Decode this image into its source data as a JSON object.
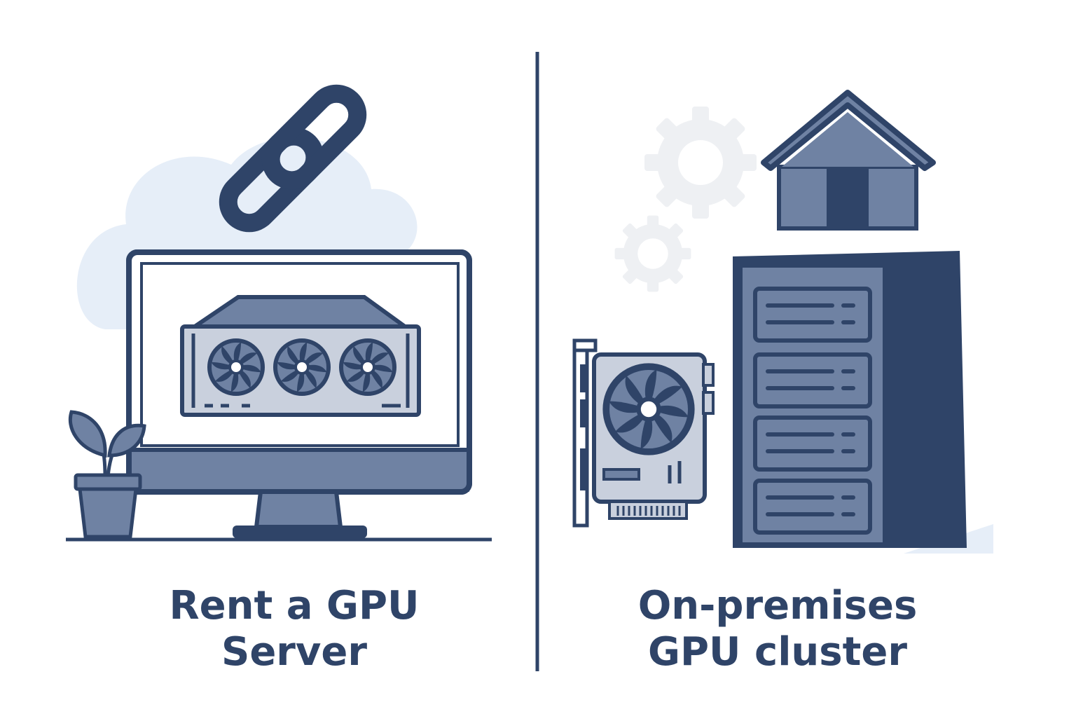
{
  "colors": {
    "navy": "#2f4468",
    "slate": "#6f82a3",
    "light_fill": "#c9d0dd",
    "cloud": "#e6eef8",
    "gear": "#eef0f3",
    "background": "#ffffff"
  },
  "left_panel": {
    "caption_line1": "Rent a GPU",
    "caption_line2": "Server",
    "icons": [
      "link-icon",
      "cloud-icon",
      "monitor-icon",
      "gpu-server-icon",
      "plant-icon"
    ]
  },
  "right_panel": {
    "caption_line1": "On-premises",
    "caption_line2": "GPU cluster",
    "icons": [
      "gear-icon",
      "house-icon",
      "server-rack-icon",
      "gpu-card-icon"
    ]
  }
}
